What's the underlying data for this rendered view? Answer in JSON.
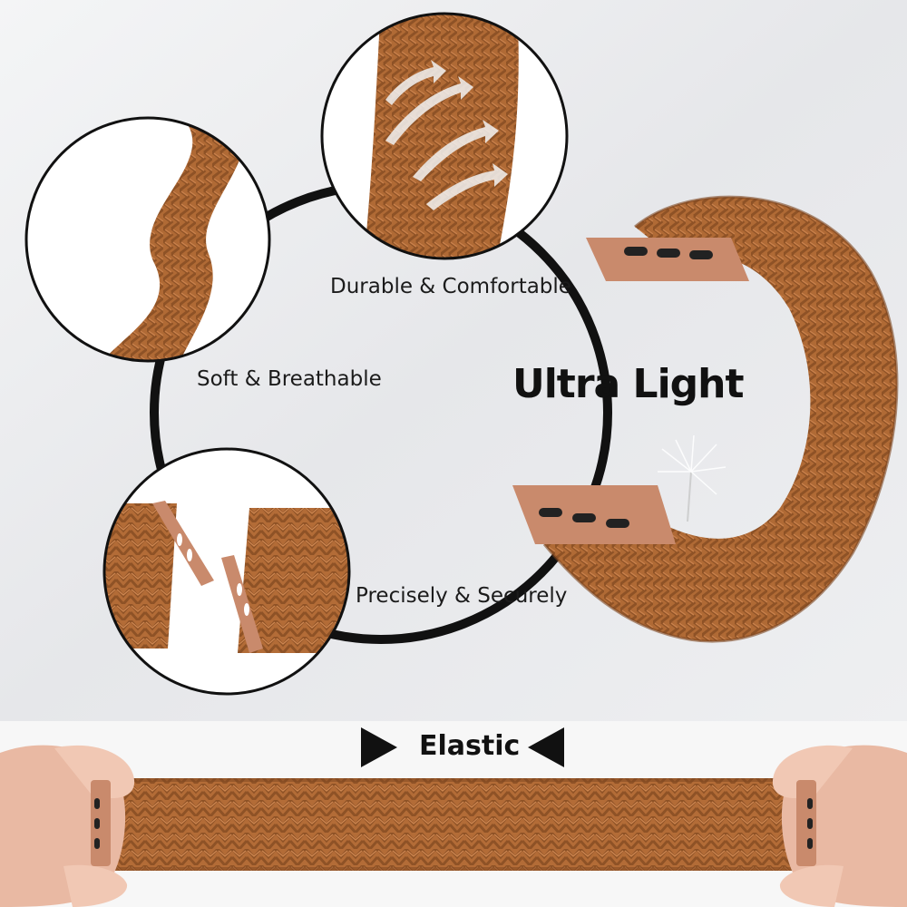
{
  "features": {
    "durable": "Durable & Comfortable",
    "soft": "Soft & Breathable",
    "precise": "Precisely & Securely"
  },
  "headline": "Ultra Light",
  "stretch_label": "Elastic",
  "colors": {
    "band": "#b06a35",
    "band_dark": "#8e5226",
    "connector": "#c98a6c",
    "ring": "#111111",
    "background": "#eeeff1",
    "skin": "#e9b9a3"
  }
}
